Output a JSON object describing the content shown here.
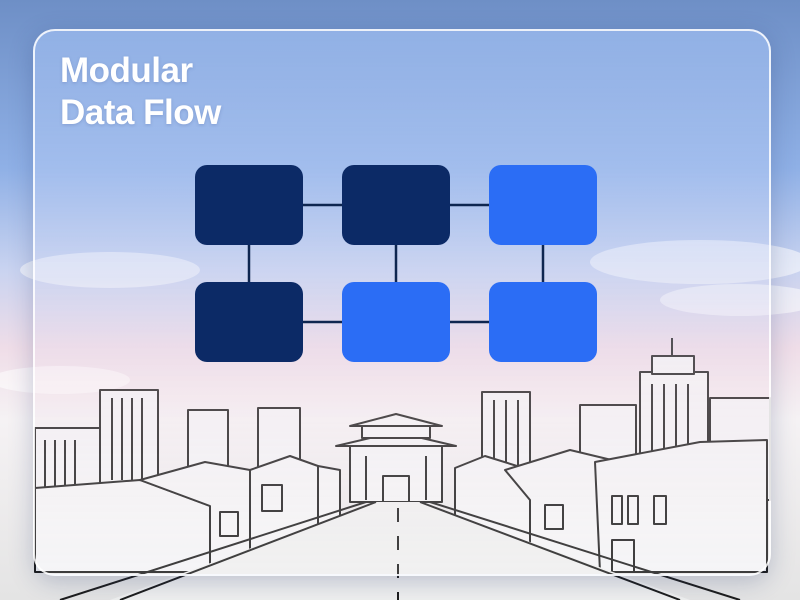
{
  "card": {
    "title_line_1": "Modular",
    "title_line_2": "Data Flow"
  },
  "colors": {
    "node_dark": "#0c2a66",
    "node_bright": "#2b6df5",
    "connector": "#0e2650",
    "sketch_line": "#1c1c1c"
  },
  "flow_diagram": {
    "nodes": [
      {
        "id": "n1",
        "row": 1,
        "col": 1,
        "shade": "dark"
      },
      {
        "id": "n2",
        "row": 1,
        "col": 2,
        "shade": "dark"
      },
      {
        "id": "n3",
        "row": 1,
        "col": 3,
        "shade": "bright"
      },
      {
        "id": "n4",
        "row": 2,
        "col": 1,
        "shade": "dark"
      },
      {
        "id": "n5",
        "row": 2,
        "col": 2,
        "shade": "bright"
      },
      {
        "id": "n6",
        "row": 2,
        "col": 3,
        "shade": "bright"
      }
    ],
    "connections": [
      [
        "n1",
        "n2"
      ],
      [
        "n2",
        "n3"
      ],
      [
        "n4",
        "n5"
      ],
      [
        "n5",
        "n6"
      ],
      [
        "n1",
        "n4"
      ],
      [
        "n2",
        "n5"
      ],
      [
        "n3",
        "n6"
      ]
    ]
  },
  "scene": {
    "background_icon": "city-street-with-gate-icon"
  }
}
